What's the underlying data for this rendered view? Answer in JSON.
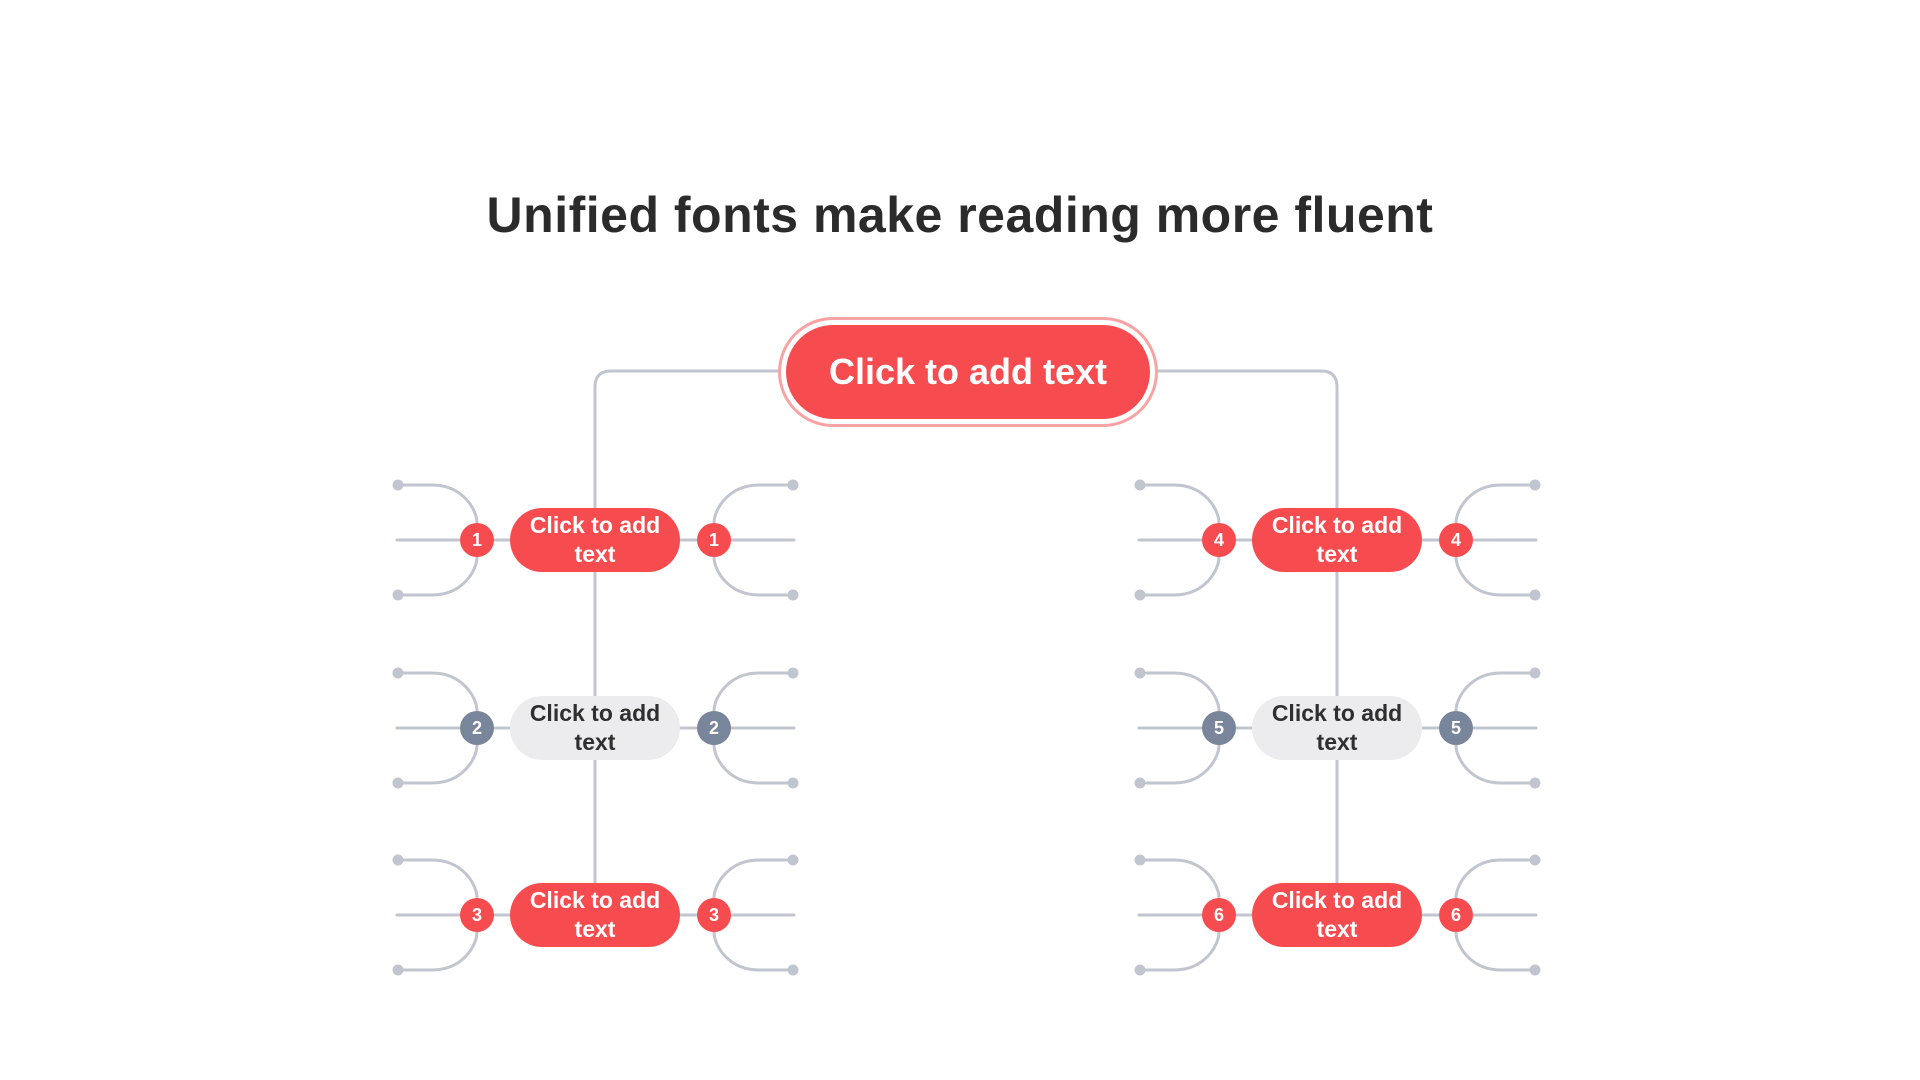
{
  "title": "Unified fonts make reading more fluent",
  "colors": {
    "accent": "#f64c4f",
    "accent_light": "#f7a3a4",
    "neutral_node": "#ececee",
    "neutral_badge": "#79859a",
    "connector": "#c0c5cf",
    "title_text": "#2b2b2b"
  },
  "root": {
    "label": "Click to add text"
  },
  "branches": [
    {
      "side": "left",
      "nodes": [
        {
          "label": "Click to add text",
          "style": "red",
          "number": "1"
        },
        {
          "label": "Click to add text",
          "style": "grey",
          "number": "2"
        },
        {
          "label": "Click to add text",
          "style": "red",
          "number": "3"
        }
      ]
    },
    {
      "side": "right",
      "nodes": [
        {
          "label": "Click to add text",
          "style": "red",
          "number": "4"
        },
        {
          "label": "Click to add text",
          "style": "grey",
          "number": "5"
        },
        {
          "label": "Click to add text",
          "style": "red",
          "number": "6"
        }
      ]
    }
  ]
}
